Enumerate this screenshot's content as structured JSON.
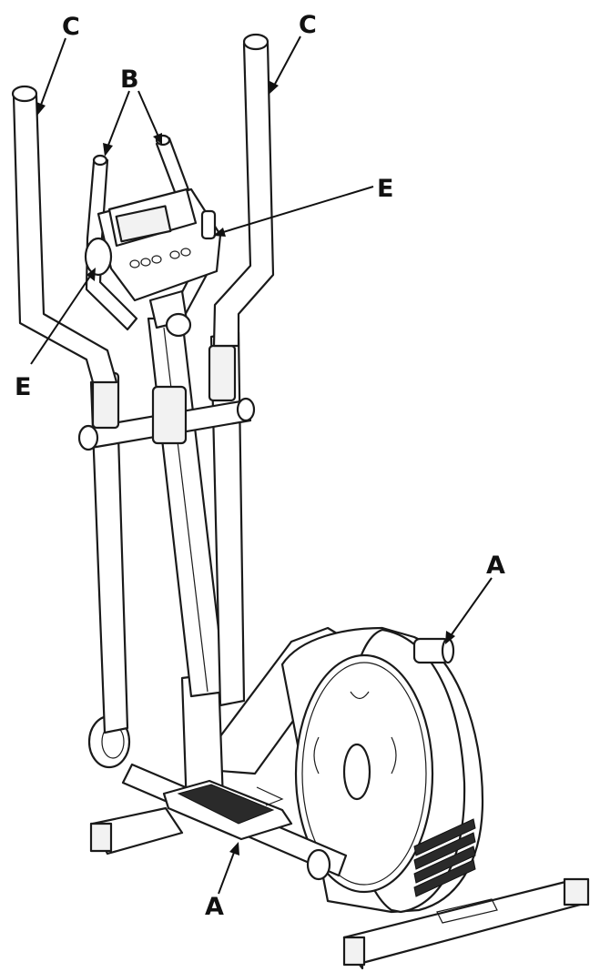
{
  "callouts": [
    {
      "id": "c-left",
      "letter": "C"
    },
    {
      "id": "c-right",
      "letter": "C"
    },
    {
      "id": "b",
      "letter": "B"
    },
    {
      "id": "e-right",
      "letter": "E"
    },
    {
      "id": "e-left",
      "letter": "E"
    },
    {
      "id": "a-top",
      "letter": "A"
    },
    {
      "id": "a-bottom",
      "letter": "A"
    }
  ],
  "colors": {
    "line": "#1a1a1a",
    "background": "#ffffff",
    "shade": "#f2f2f2"
  }
}
